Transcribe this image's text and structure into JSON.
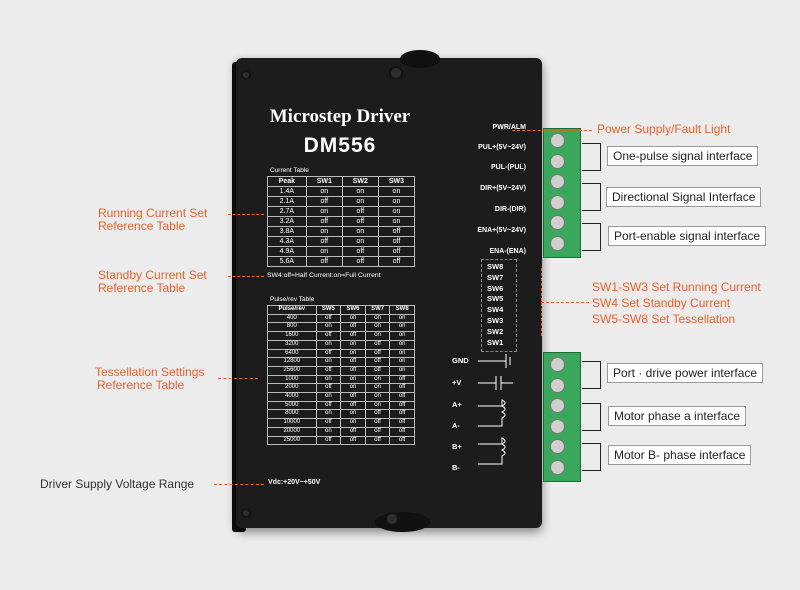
{
  "device": {
    "title": "Microstep  Driver",
    "model": "DM556"
  },
  "current_table": {
    "caption": "Current Table",
    "headers": [
      "Peak",
      "SW1",
      "SW2",
      "SW3"
    ],
    "rows": [
      [
        "1.4A",
        "on",
        "on",
        "on"
      ],
      [
        "2.1A",
        "off",
        "on",
        "on"
      ],
      [
        "2.7A",
        "on",
        "off",
        "on"
      ],
      [
        "3.2A",
        "off",
        "off",
        "on"
      ],
      [
        "3.8A",
        "on",
        "on",
        "off"
      ],
      [
        "4.3A",
        "off",
        "on",
        "off"
      ],
      [
        "4.9A",
        "on",
        "off",
        "off"
      ],
      [
        "5.6A",
        "off",
        "off",
        "off"
      ]
    ],
    "note": "SW4:off=Half Current:on=Full Current"
  },
  "pulse_table": {
    "caption": "Pulse/rev Table",
    "headers": [
      "Pulse/rev",
      "SW5",
      "SW6",
      "SW7",
      "SW8"
    ],
    "rows": [
      [
        "400",
        "off",
        "on",
        "on",
        "on"
      ],
      [
        "800",
        "on",
        "off",
        "on",
        "on"
      ],
      [
        "1600",
        "off",
        "off",
        "on",
        "on"
      ],
      [
        "3200",
        "on",
        "on",
        "off",
        "on"
      ],
      [
        "6400",
        "off",
        "on",
        "off",
        "on"
      ],
      [
        "12800",
        "on",
        "off",
        "off",
        "on"
      ],
      [
        "25600",
        "off",
        "off",
        "off",
        "on"
      ],
      [
        "1000",
        "on",
        "on",
        "on",
        "off"
      ],
      [
        "2000",
        "off",
        "on",
        "on",
        "off"
      ],
      [
        "4000",
        "on",
        "off",
        "on",
        "off"
      ],
      [
        "5000",
        "off",
        "off",
        "on",
        "off"
      ],
      [
        "8000",
        "on",
        "on",
        "off",
        "off"
      ],
      [
        "10000",
        "off",
        "on",
        "off",
        "off"
      ],
      [
        "20000",
        "on",
        "off",
        "off",
        "off"
      ],
      [
        "25000",
        "off",
        "off",
        "off",
        "off"
      ]
    ]
  },
  "voltage": "Vdc:+20V~+50V",
  "signals": [
    "PWR/ALM",
    "PUL+(5V~24V)",
    "PUL-(PUL)",
    "DIR+(5V~24V)",
    "DIR-(DIR)",
    "ENA+(5V~24V)",
    "ENA-(ENA)"
  ],
  "switches": [
    "SW8",
    "SW7",
    "SW6",
    "SW5",
    "SW4",
    "SW3",
    "SW2",
    "SW1"
  ],
  "power_labels": [
    "GND",
    "+V",
    "A+",
    "A-",
    "B+",
    "B-"
  ],
  "annotations": {
    "power_fault": "Power Supply/Fault Light",
    "running_table": [
      "Running Current Set",
      "Reference Table"
    ],
    "standby_table": [
      "Standby Current Set",
      "Reference Table"
    ],
    "tessellation_table": [
      "Tessellation Settings",
      "Reference Table"
    ],
    "supply_voltage": "Driver Supply Voltage Range",
    "switch_notes": [
      "SW1-SW3 Set Running Current",
      "SW4 Set Standby Current",
      "SW5-SW8 Set Tessellation"
    ]
  },
  "interfaces": {
    "pulse": "One-pulse signal interface",
    "direction": "Directional Signal Interface",
    "enable": "Port-enable signal interface",
    "power": "Port · drive power interface",
    "phase_a": "Motor phase a interface",
    "phase_b": "Motor B- phase interface"
  },
  "colors": {
    "accent": "#e8622a",
    "device": "#1c1c1c",
    "terminal": "#3aa85c"
  }
}
